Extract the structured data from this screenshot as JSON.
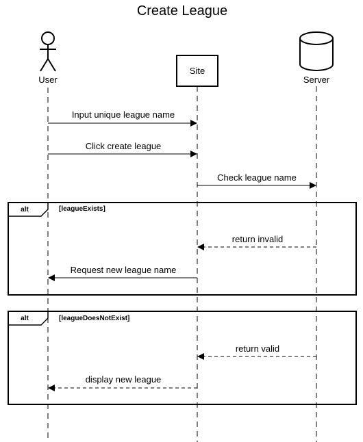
{
  "diagram": {
    "title": "Create League",
    "participants": {
      "user": {
        "label": "User",
        "icon": "actor-icon"
      },
      "site": {
        "label": "Site",
        "icon": "box"
      },
      "server": {
        "label": "Server",
        "icon": "database-icon"
      }
    },
    "messages": [
      {
        "from": "user",
        "to": "site",
        "label": "Input unique league name",
        "style": "solid"
      },
      {
        "from": "user",
        "to": "site",
        "label": "Click create league",
        "style": "solid"
      },
      {
        "from": "site",
        "to": "server",
        "label": "Check league name",
        "style": "solid"
      },
      {
        "from": "server",
        "to": "site",
        "label": "return invalid",
        "style": "dashed"
      },
      {
        "from": "site",
        "to": "user",
        "label": "Request new league name",
        "style": "solid"
      },
      {
        "from": "server",
        "to": "site",
        "label": "return valid",
        "style": "dashed"
      },
      {
        "from": "site",
        "to": "user",
        "label": "display new league",
        "style": "dashed"
      }
    ],
    "fragments": [
      {
        "operator": "alt",
        "guard": "[leagueExists]"
      },
      {
        "operator": "alt",
        "guard": "[leagueDoesNotExist]"
      }
    ]
  }
}
